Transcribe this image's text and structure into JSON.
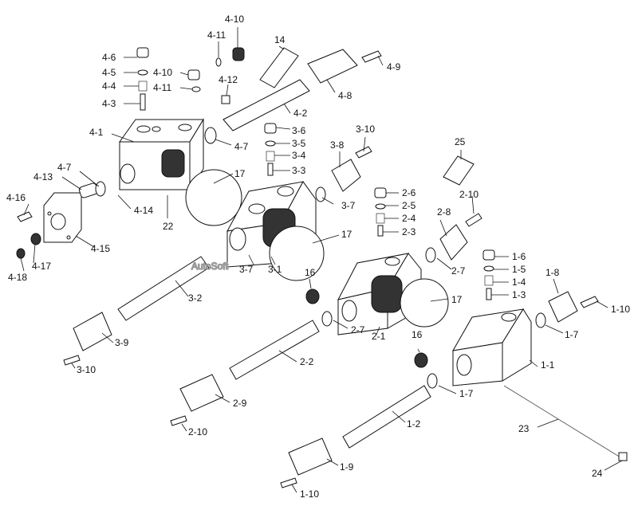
{
  "watermark": "AutoSoft",
  "labels": {
    "l_4_10a": "4-10",
    "l_4_11a": "4-11",
    "l_14": "14",
    "l_4_6": "4-6",
    "l_4_5": "4-5",
    "l_4_4": "4-4",
    "l_4_3": "4-3",
    "l_4_10b": "4-10",
    "l_4_11b": "4-11",
    "l_4_12": "4-12",
    "l_4_9": "4-9",
    "l_4_8": "4-8",
    "l_4_2": "4-2",
    "l_4_1": "4-1",
    "l_4_7a": "4-7",
    "l_4_7b": "4-7",
    "l_4_13": "4-13",
    "l_4_14": "4-14",
    "l_4_15": "4-15",
    "l_4_16": "4-16",
    "l_4_17": "4-17",
    "l_4_18": "4-18",
    "l_22": "22",
    "l_17a": "17",
    "l_17b": "17",
    "l_17c": "17",
    "l_3_6": "3-6",
    "l_3_5": "3-5",
    "l_3_4": "3-4",
    "l_3_3": "3-3",
    "l_3_10a": "3-10",
    "l_3_8": "3-8",
    "l_3_7a": "3-7",
    "l_3_7b": "3-7",
    "l_3_1": "3-1",
    "l_3_2": "3-2",
    "l_3_9": "3-9",
    "l_3_10b": "3-10",
    "l_25": "25",
    "l_2_6": "2-6",
    "l_2_5": "2-5",
    "l_2_4": "2-4",
    "l_2_3": "2-3",
    "l_2_10a": "2-10",
    "l_2_8": "2-8",
    "l_2_7a": "2-7",
    "l_2_7b": "2-7",
    "l_16a": "16",
    "l_2_1": "2-1",
    "l_2_2": "2-2",
    "l_2_9": "2-9",
    "l_2_10b": "2-10",
    "l_1_6": "1-6",
    "l_1_5": "1-5",
    "l_1_4": "1-4",
    "l_1_3": "1-3",
    "l_1_8": "1-8",
    "l_1_10a": "1-10",
    "l_1_7a": "1-7",
    "l_1_7b": "1-7",
    "l_16b": "16",
    "l_1_1": "1-1",
    "l_23": "23",
    "l_1_2": "1-2",
    "l_1_9": "1-9",
    "l_1_10b": "1-10",
    "l_24": "24"
  }
}
